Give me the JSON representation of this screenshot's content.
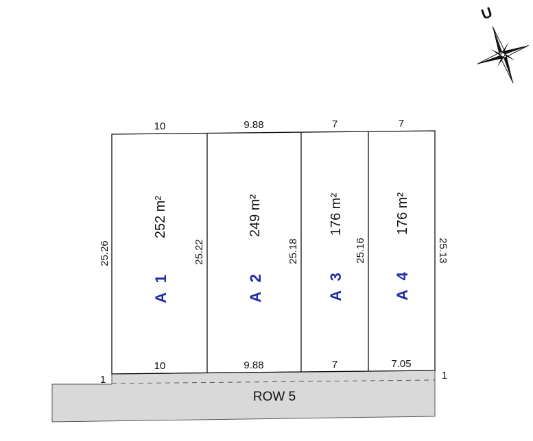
{
  "compass": {
    "label": "U"
  },
  "road": {
    "label": "ROW 5",
    "offset_left": "1",
    "offset_right": "1",
    "fill_color": "#d9d9d9"
  },
  "lots": [
    {
      "id": "A 1",
      "area": "252 m²",
      "top_width": "10",
      "bottom_width": "10",
      "left_side": "25.26"
    },
    {
      "id": "A 2",
      "area": "249 m²",
      "top_width": "9.88",
      "bottom_width": "9.88",
      "left_side": "25.22"
    },
    {
      "id": "A 3",
      "area": "176 m²",
      "top_width": "7",
      "bottom_width": "7",
      "left_side": "25.18"
    },
    {
      "id": "A 4",
      "area": "176 m²",
      "top_width": "7",
      "bottom_width": "7.05",
      "left_side": "25.16"
    }
  ],
  "right_side": "25.13",
  "colors": {
    "lot_id": "#1f2aa8",
    "line": "#111111"
  }
}
